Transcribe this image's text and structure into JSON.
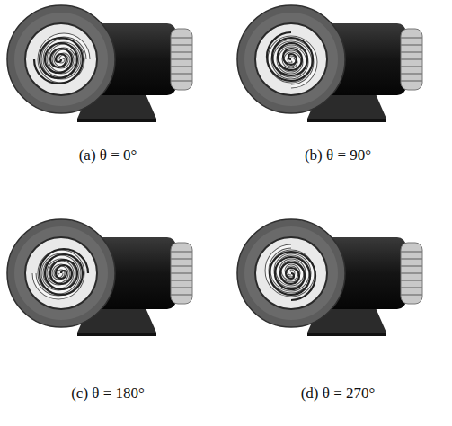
{
  "diagram": {
    "labels": [
      "(a) θ = 0°",
      "(b) θ = 90°",
      "(c) θ = 180°",
      "(d) θ = 270°"
    ]
  }
}
